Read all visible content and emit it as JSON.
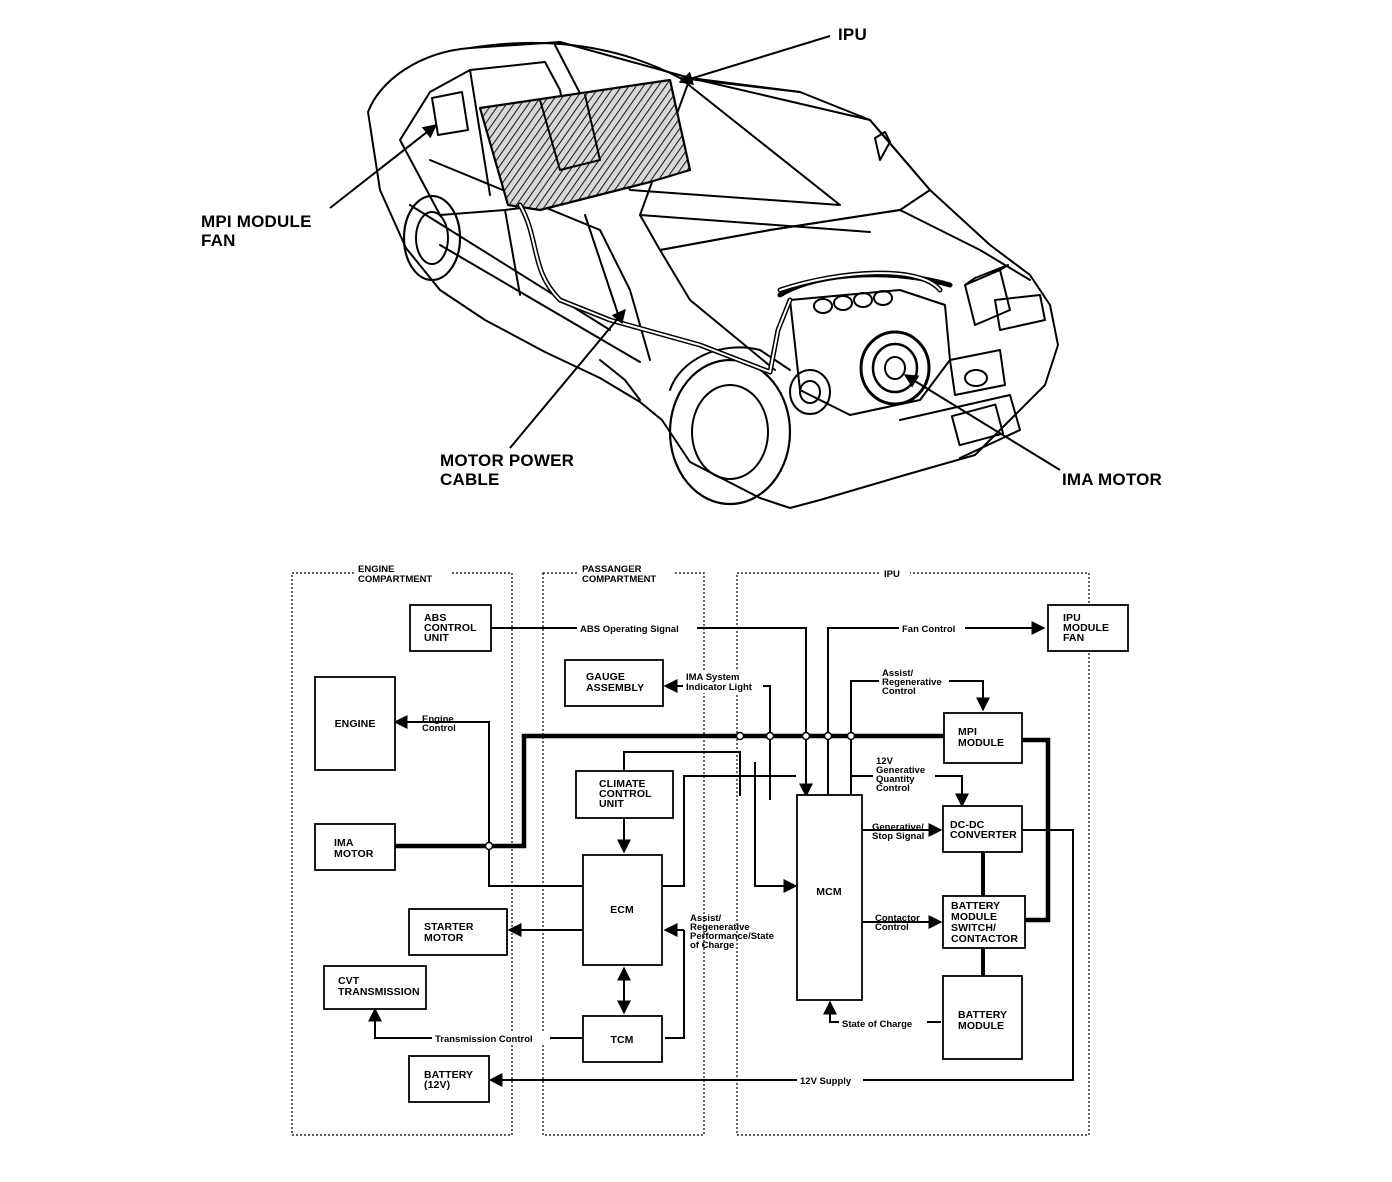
{
  "callouts": {
    "ipu": "IPU",
    "mpi_fan_line1": "MPI MODULE",
    "mpi_fan_line2": "FAN",
    "motor_cable_line1": "MOTOR POWER",
    "motor_cable_line2": "CABLE",
    "ima_motor": "IMA MOTOR"
  },
  "zones": {
    "engine_line1": "ENGINE",
    "engine_line2": "COMPARTMENT",
    "passenger_line1": "PASSANGER",
    "passenger_line2": "COMPARTMENT",
    "ipu": "IPU"
  },
  "boxes": {
    "abs": [
      "ABS",
      "CONTROL",
      "UNIT"
    ],
    "gauge": [
      "GAUGE",
      "ASSEMBLY"
    ],
    "engine": [
      "ENGINE"
    ],
    "ima_motor": [
      "IMA",
      "MOTOR"
    ],
    "starter": [
      "STARTER",
      "MOTOR"
    ],
    "cvt": [
      "CVT",
      "TRANSMISSION"
    ],
    "battery12": [
      "BATTERY",
      "(12V)"
    ],
    "climate": [
      "CLIMATE",
      "CONTROL",
      "UNIT"
    ],
    "ecm": [
      "ECM"
    ],
    "tcm": [
      "TCM"
    ],
    "mcm": [
      "MCM"
    ],
    "ipu_fan": [
      "IPU",
      "MODULE",
      "FAN"
    ],
    "mpi_module": [
      "MPI",
      "MODULE"
    ],
    "dcdc": [
      "DC-DC",
      "CONVERTER"
    ],
    "battery_switch": [
      "BATTERY",
      "MODULE",
      "SWITCH/",
      "CONTACTOR"
    ],
    "battery_module": [
      "BATTERY",
      "MODULE"
    ]
  },
  "signals": {
    "abs_operating": "ABS Operating Signal",
    "fan_control": "Fan Control",
    "ima_indicator": [
      "IMA System",
      "Indicator Light"
    ],
    "assist_regen_control": [
      "Assist/",
      "Regenerative",
      "Control"
    ],
    "engine_control": [
      "Engine",
      "Control"
    ],
    "generative_quantity": [
      "12V",
      "Generative",
      "Quantity",
      "Control"
    ],
    "generative_stop": [
      "Generative/",
      "Stop Signal"
    ],
    "contactor_control": [
      "Contactor",
      "Control"
    ],
    "assist_regen_perf": [
      "Assist/",
      "Regenerative",
      "Performance/State",
      "of Charge"
    ],
    "state_of_charge": "State of Charge",
    "transmission_control": "Transmission Control",
    "supply_12v": "12V Supply"
  }
}
